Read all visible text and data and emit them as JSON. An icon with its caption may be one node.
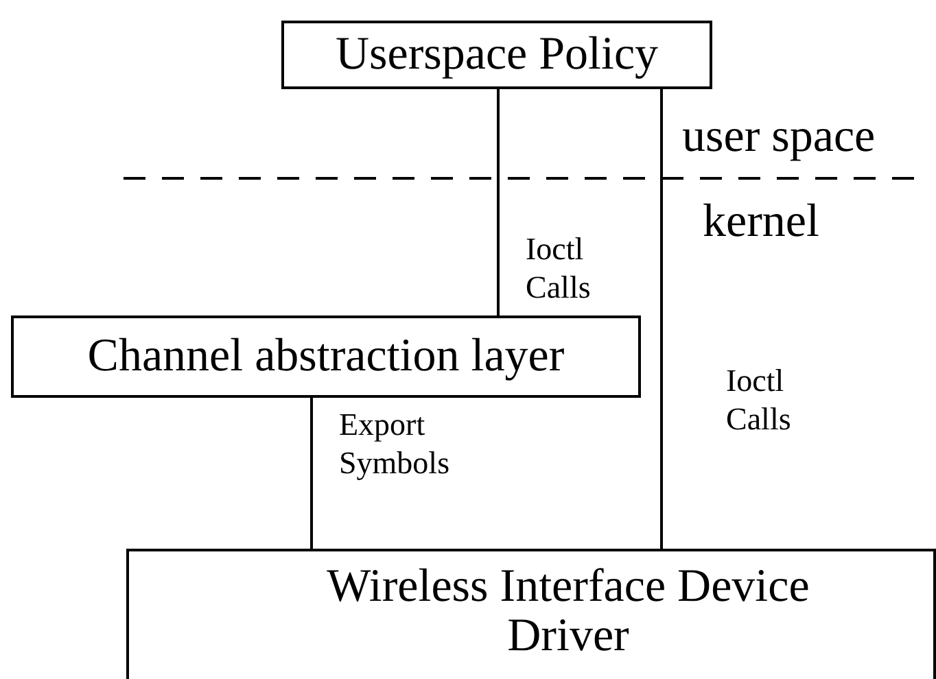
{
  "diagram": {
    "nodes": [
      {
        "text": [
          "Userspace Policy"
        ]
      },
      {
        "text": [
          "Channel abstraction layer"
        ]
      },
      {
        "text": [
          "Wireless Interface Device Driver"
        ]
      }
    ],
    "edges": [
      {
        "from": 0,
        "to": 1,
        "arrow": "none",
        "label": "Ioctl Calls"
      },
      {
        "from": 1,
        "to": 2,
        "arrow": "none",
        "label": "Export Symbols"
      },
      {
        "from": 0,
        "to": 2,
        "arrow": "none",
        "label": "Ioctl Calls"
      }
    ],
    "labels": [
      "user space",
      "kernel"
    ]
  }
}
